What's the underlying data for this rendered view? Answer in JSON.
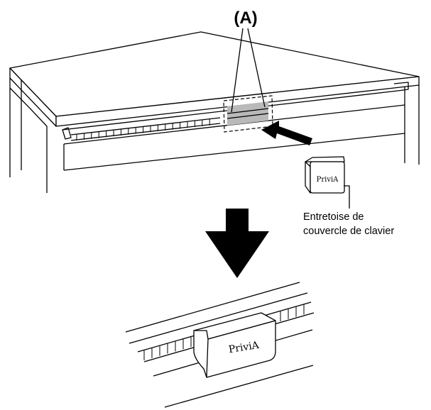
{
  "callout": {
    "label": "(A)"
  },
  "part_caption": {
    "line1": "Entretoise de",
    "line2": "couvercle de clavier"
  },
  "logo": {
    "text": "PriviA"
  },
  "colors": {
    "stroke": "#000000",
    "highlight": "#b9b9b9",
    "arrow": "#000000",
    "background": "#ffffff"
  },
  "icons": {
    "insert_arrow": "arrow-right-icon",
    "step_arrow": "arrow-down-icon"
  }
}
